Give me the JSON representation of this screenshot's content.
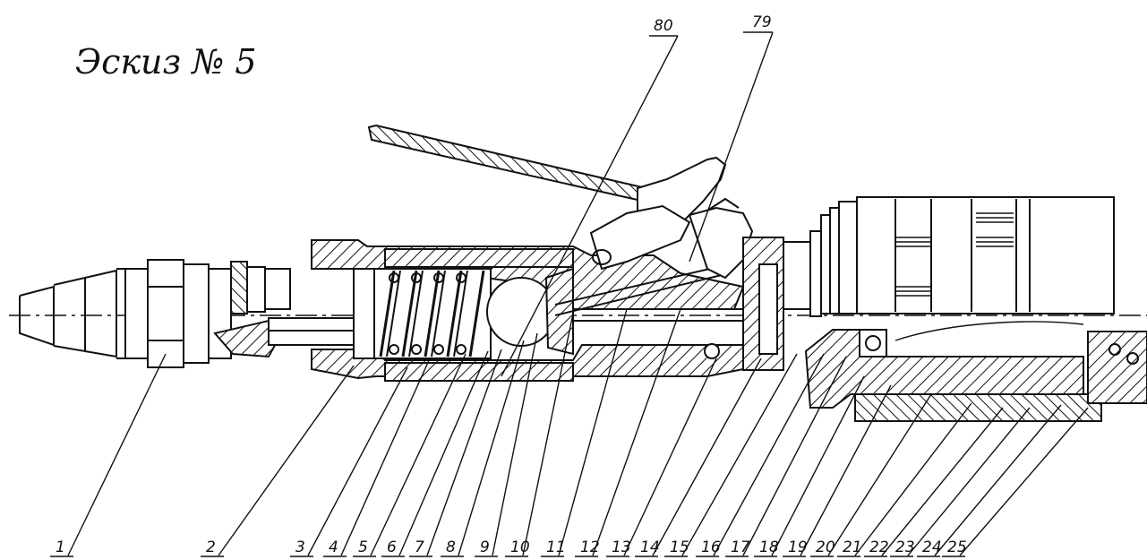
{
  "title": "Эскиз № 5",
  "callouts_top": [
    "80",
    "79"
  ],
  "callouts_bottom": [
    "1",
    "2",
    "3",
    "4",
    "5",
    "6",
    "7",
    "8",
    "9",
    "10",
    "11",
    "12",
    "13",
    "14",
    "15",
    "16",
    "17",
    "18",
    "19",
    "20",
    "21",
    "22",
    "23",
    "24",
    "25"
  ]
}
